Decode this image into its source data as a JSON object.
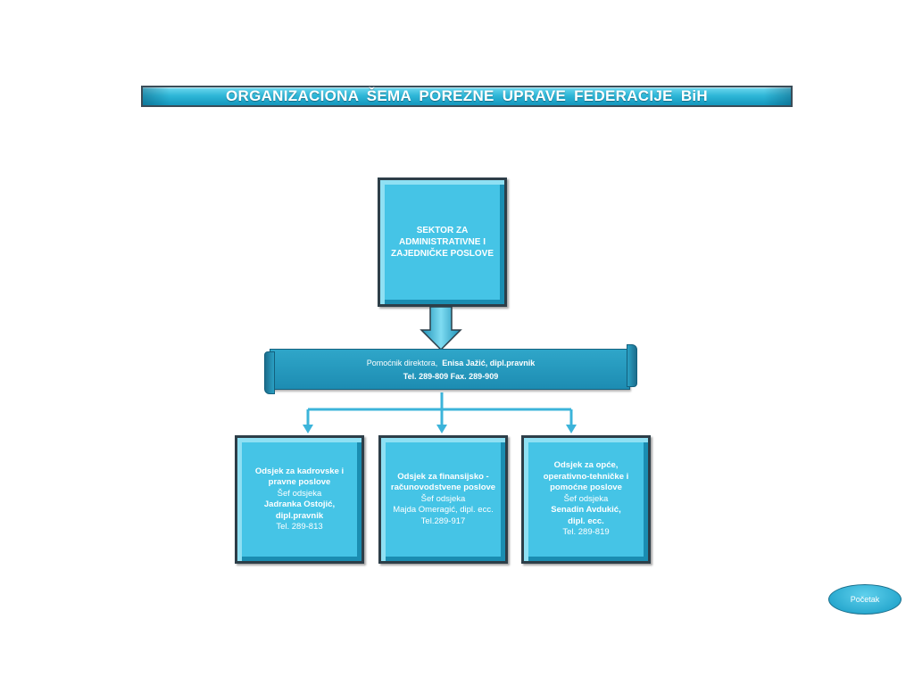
{
  "title": "ORGANIZACIONA  ŠEMA  POREZNE  UPRAVE  FEDERACIJE  BiH",
  "sector": {
    "lines": [
      "SEKTOR ZA",
      "ADMINISTRATIVNE I",
      "ZAJEDNIČKE POSLOVE"
    ]
  },
  "assistant": {
    "role": "Pomoćnik direktora,",
    "name": "Enisa Jažić, dipl.pravnik",
    "contact": "Tel. 289-809  Fax. 289-909"
  },
  "departments": [
    {
      "name_lines": [
        "Odsjek za kadrovske i",
        "pravne poslove"
      ],
      "role": "Šef  odsjeka",
      "head_lines": [
        "Jadranka Ostojić,",
        "dipl.pravnik"
      ],
      "head_bold": true,
      "phone": "Tel. 289-813"
    },
    {
      "name_lines": [
        "Odsjek za finansijsko  -",
        "računovodstvene poslove"
      ],
      "role": "Šef  odsjeka",
      "head_lines": [
        "Majda Omeragić, dipl. ecc."
      ],
      "head_bold": false,
      "phone": "Tel.289-917"
    },
    {
      "name_lines": [
        "Odsjek za opće,",
        "operativno-tehničke i",
        "pomoćne  poslove"
      ],
      "role": "Šef  odsjeka",
      "head_lines": [
        "Senadin Avdukić,",
        "dipl. ecc."
      ],
      "head_bold": true,
      "phone": "Tel. 289-819"
    }
  ],
  "home_button": "Početak",
  "colors": {
    "box_fill": "#45c4e6",
    "box_border": "#2d3e48",
    "banner_fill": "#2fa6c9",
    "connector": "#3cb4da"
  }
}
